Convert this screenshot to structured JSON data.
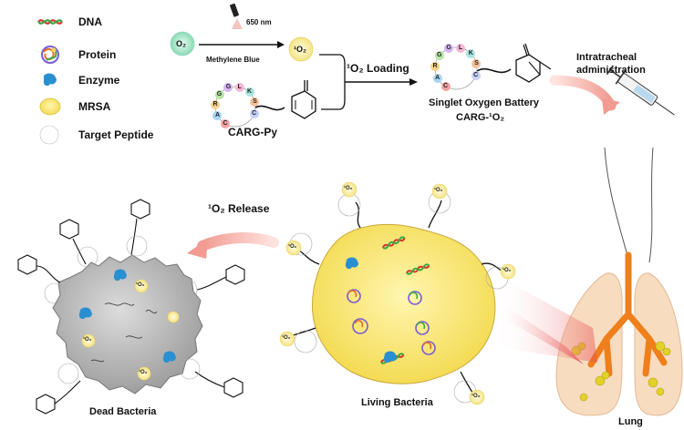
{
  "legend": {
    "dna": "DNA",
    "protein": "Protein",
    "enzyme": "Enzyme",
    "mrsa": "MRSA",
    "target_peptide": "Target Peptide"
  },
  "top": {
    "oxygen_label": "O₂",
    "wavelength": "650 nm",
    "sensitizer": "Methylene Blue",
    "singlet_oxygen": "¹O₂",
    "loading_label": "¹O₂ Loading",
    "carg_py": "CARG-Py",
    "battery_title": "Singlet Oxygen Battery",
    "battery_subtitle": "CARG-¹O₂",
    "admin_line1": "Intratracheal",
    "admin_line2": "administration",
    "peptide_letters": [
      "C",
      "A",
      "R",
      "G",
      "G",
      "L",
      "K",
      "S",
      "C"
    ]
  },
  "bottom": {
    "release_label": "¹O₂ Release",
    "dead_bacteria": "Dead Bacteria",
    "living_bacteria": "Living Bacteria",
    "lung": "Lung",
    "tag": "¹O₂"
  },
  "colors": {
    "dna_red": "#d9342b",
    "dna_green": "#3aa845",
    "enzyme": "#2a8fd0",
    "mrsa": "#f5e36b",
    "dead_cell": "#a7a7a7",
    "lung_fill": "#f6d8b8",
    "airway": "#ef7f1a",
    "arrow_pink": "#f4a29a"
  }
}
